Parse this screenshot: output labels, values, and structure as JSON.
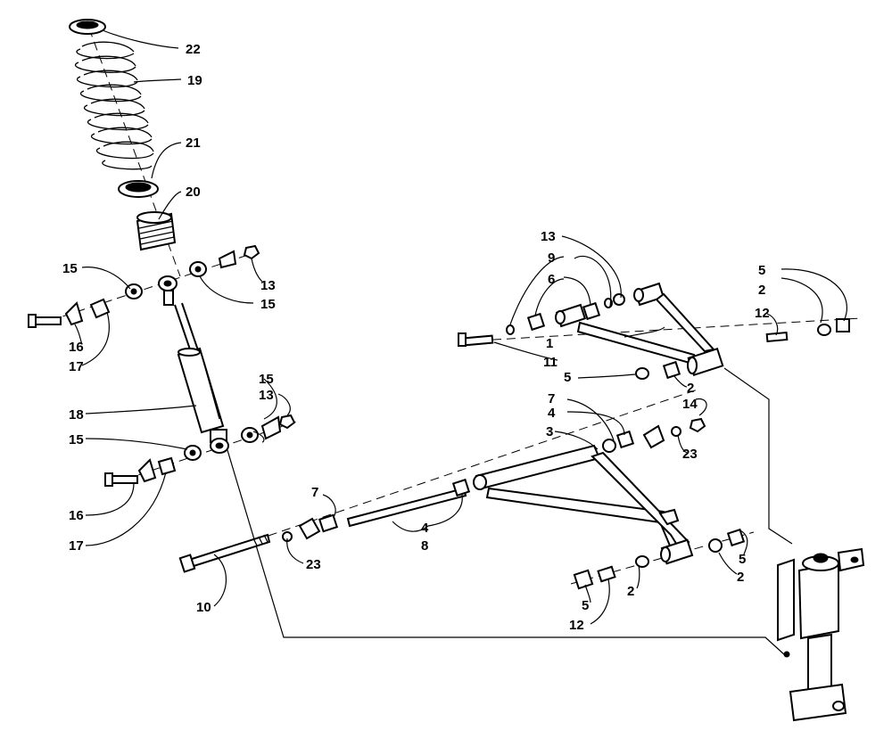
{
  "diagram": {
    "type": "exploded parts diagram",
    "callouts": [
      {
        "id": "c22",
        "text": "22"
      },
      {
        "id": "c19",
        "text": "19"
      },
      {
        "id": "c21",
        "text": "21"
      },
      {
        "id": "c20",
        "text": "20"
      },
      {
        "id": "c15a",
        "text": "15"
      },
      {
        "id": "c13a",
        "text": "13"
      },
      {
        "id": "c15b",
        "text": "15"
      },
      {
        "id": "c16a",
        "text": "16"
      },
      {
        "id": "c17a",
        "text": "17"
      },
      {
        "id": "c18",
        "text": "18"
      },
      {
        "id": "c15c",
        "text": "15"
      },
      {
        "id": "c13b",
        "text": "13"
      },
      {
        "id": "c15d",
        "text": "15"
      },
      {
        "id": "c16b",
        "text": "16"
      },
      {
        "id": "c17b",
        "text": "17"
      },
      {
        "id": "c7a",
        "text": "7"
      },
      {
        "id": "c23a",
        "text": "23"
      },
      {
        "id": "c10",
        "text": "10"
      },
      {
        "id": "c4a",
        "text": "4"
      },
      {
        "id": "c8",
        "text": "8"
      },
      {
        "id": "c13c",
        "text": "13"
      },
      {
        "id": "c9",
        "text": "9"
      },
      {
        "id": "c6",
        "text": "6"
      },
      {
        "id": "c1",
        "text": "1"
      },
      {
        "id": "c11",
        "text": "11"
      },
      {
        "id": "c5a",
        "text": "5"
      },
      {
        "id": "c2a",
        "text": "2"
      },
      {
        "id": "c12a",
        "text": "12"
      },
      {
        "id": "c5b",
        "text": "5"
      },
      {
        "id": "c2b",
        "text": "2"
      },
      {
        "id": "c7b",
        "text": "7"
      },
      {
        "id": "c4b",
        "text": "4"
      },
      {
        "id": "c3",
        "text": "3"
      },
      {
        "id": "c14",
        "text": "14"
      },
      {
        "id": "c23b",
        "text": "23"
      },
      {
        "id": "c5c",
        "text": "5"
      },
      {
        "id": "c2c",
        "text": "2"
      },
      {
        "id": "c5d",
        "text": "5"
      },
      {
        "id": "c12b",
        "text": "12"
      },
      {
        "id": "c2d",
        "text": "2"
      }
    ]
  }
}
